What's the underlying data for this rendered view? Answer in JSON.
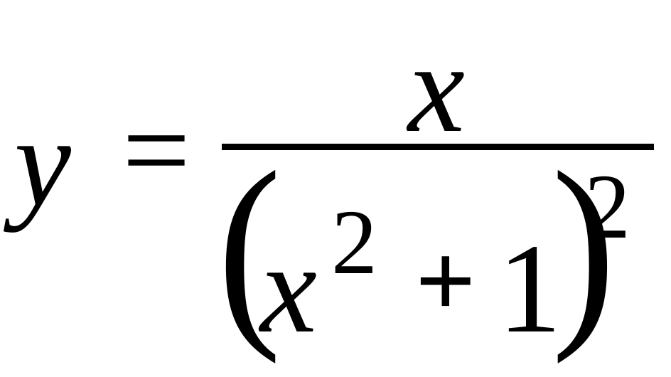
{
  "formula": {
    "lhs": "y",
    "equals": "=",
    "numerator": "x",
    "denominator": {
      "open_paren": "(",
      "base": "x",
      "base_exponent": "2",
      "operator": "+",
      "constant": "1",
      "close_paren": ")",
      "outer_exponent": "2"
    }
  }
}
